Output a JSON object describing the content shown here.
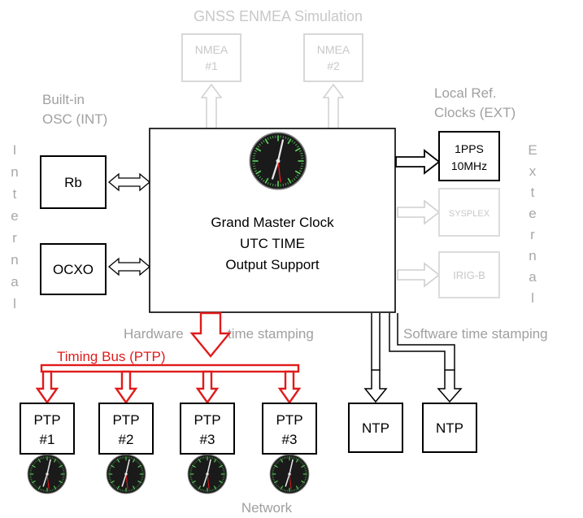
{
  "diagram": {
    "gnss_title": "GNSS ENMEA Simulation",
    "nmea1": [
      "NMEA",
      "#1"
    ],
    "nmea2": [
      "NMEA",
      "#2"
    ],
    "builtin_osc": [
      "Built-in",
      "OSC (INT)"
    ],
    "local_ref": [
      "Local Ref.",
      "Clocks (EXT)"
    ],
    "internal_letters": [
      "I",
      "n",
      "t",
      "e",
      "r",
      "n",
      "a",
      "l"
    ],
    "external_letters": [
      "E",
      "x",
      "t",
      "e",
      "r",
      "n",
      "a",
      "l"
    ],
    "rb": "Rb",
    "ocxo": "OCXO",
    "gm_lines": [
      "Grand Master Clock",
      "UTC TIME",
      "Output Support"
    ],
    "pps": [
      "1PPS",
      "10MHz"
    ],
    "sysplex": "SYSPLEX",
    "irigb": "IRIG-B",
    "hardware": "Hardware",
    "time_stamping": "time stamping",
    "software_ts": "Software time stamping",
    "timing_bus": "Timing Bus (PTP)",
    "ptp_boxes": [
      [
        "PTP",
        "#1"
      ],
      [
        "PTP",
        "#2"
      ],
      [
        "PTP",
        "#3"
      ],
      [
        "PTP",
        "#3"
      ]
    ],
    "ntp1": "NTP",
    "ntp2": "NTP",
    "network": "Network",
    "colors": {
      "red": "#e01b1b",
      "grey_text": "#a0a0a0",
      "faint": "#c8c8c8",
      "clock_face": "#1a1a1a",
      "clock_tick": "#5fd35f"
    }
  }
}
